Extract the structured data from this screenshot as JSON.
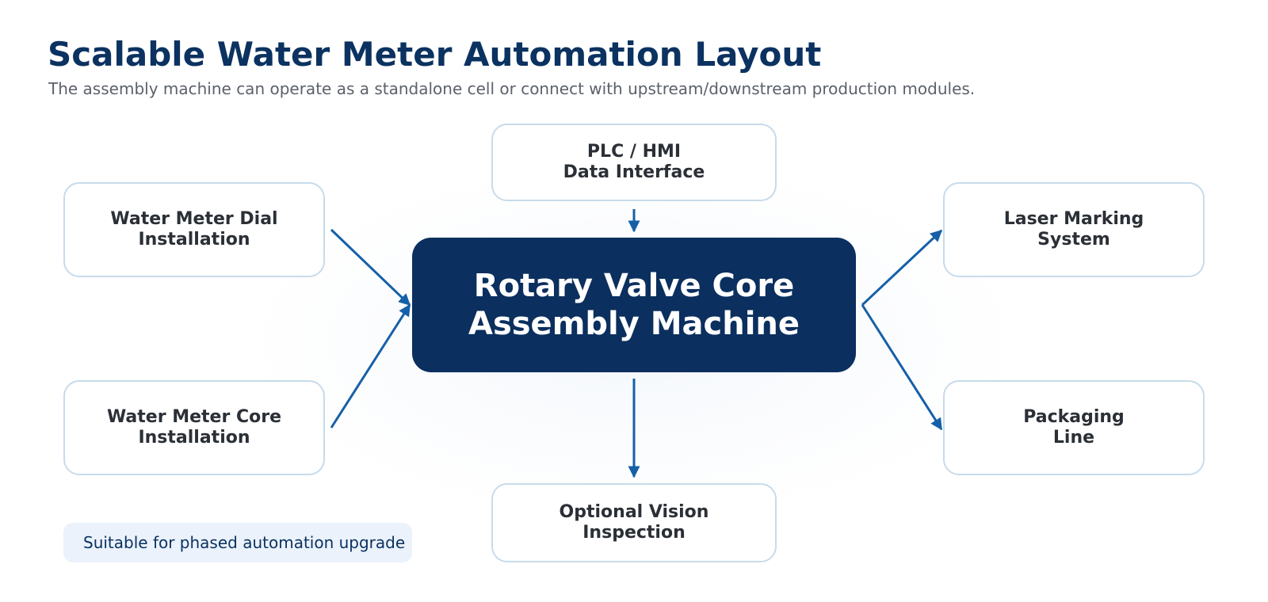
{
  "header": {
    "title": "Scalable Water Meter Automation Layout",
    "subtitle": "The assembly machine can operate as a standalone cell or connect with upstream/downstream production modules."
  },
  "center": {
    "label": "Rotary Valve Core\nAssembly Machine"
  },
  "modules": {
    "plc": "PLC / HMI\nData Interface",
    "dial": "Water Meter Dial\nInstallation",
    "core": "Water Meter Core\nInstallation",
    "laser": "Laser Marking\nSystem",
    "packaging": "Packaging\nLine",
    "vision": "Optional Vision\nInspection"
  },
  "note": {
    "text": "Suitable for phased automation upgrade"
  },
  "colors": {
    "title": "#0b3260",
    "center_fill": "#0b2f5e",
    "connector": "#1560a8",
    "box_border": "#c7dbeb",
    "note_fill": "#ebf2fb"
  }
}
